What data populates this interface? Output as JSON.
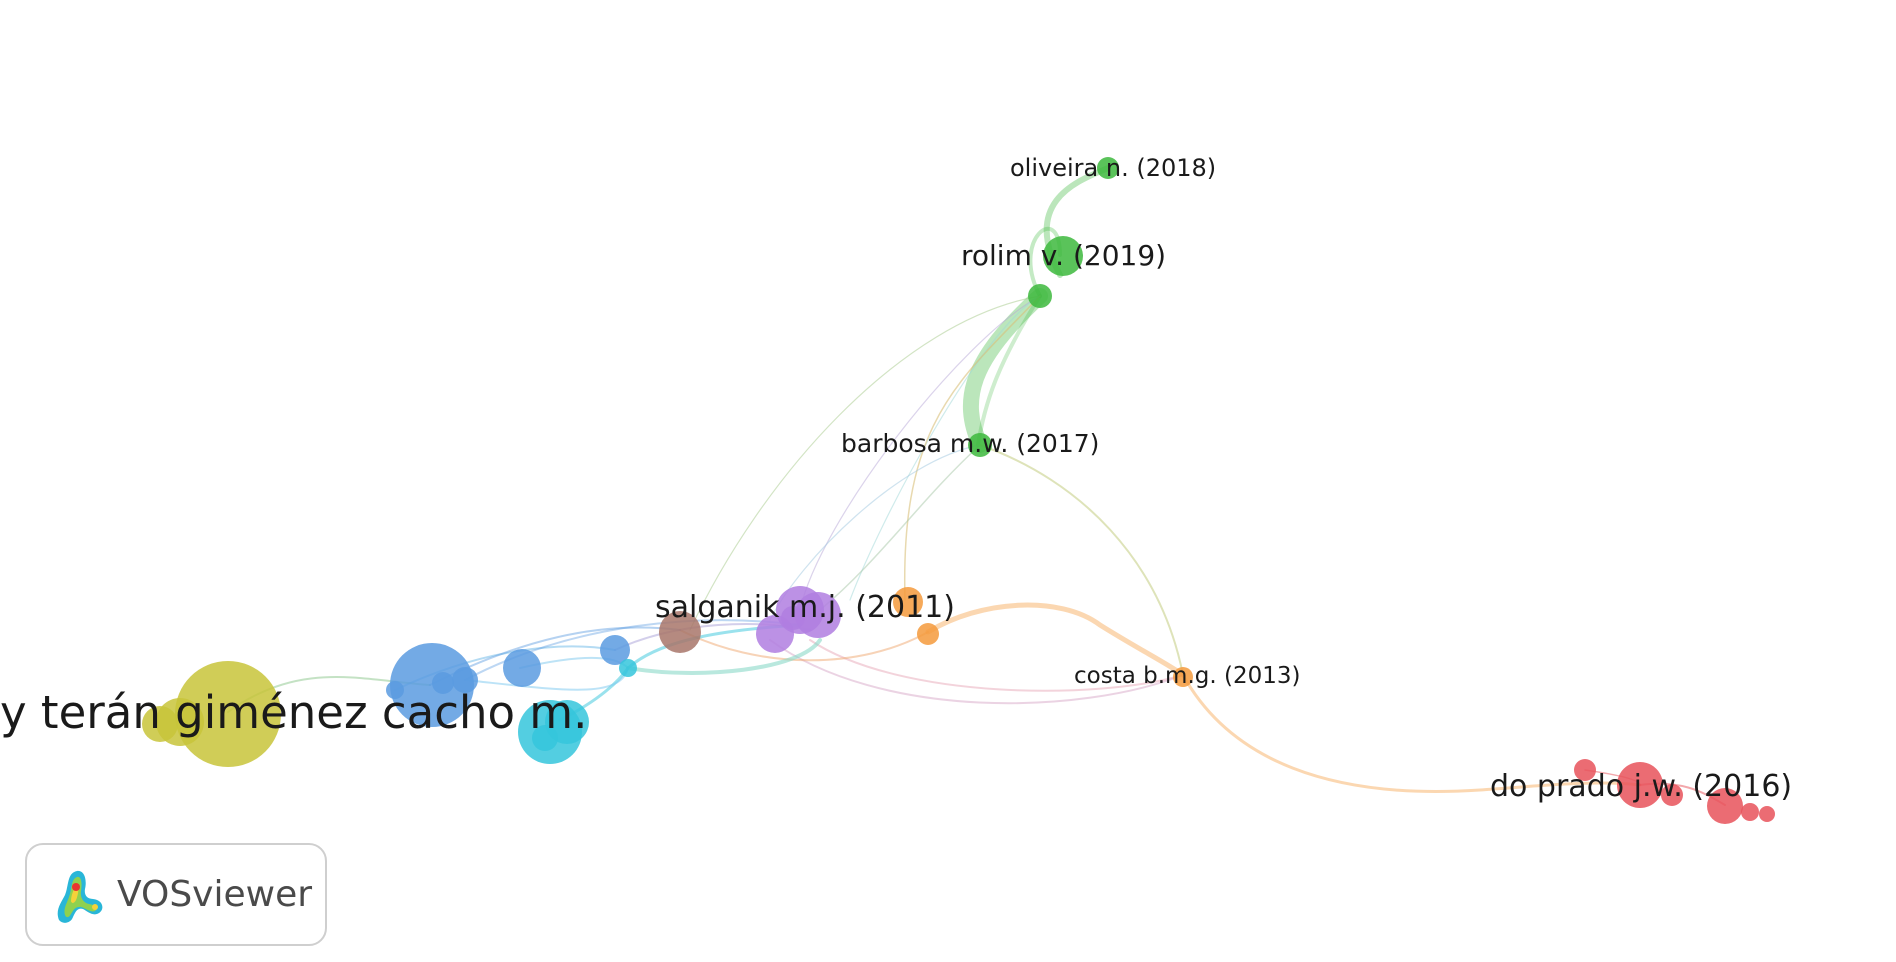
{
  "labels": {
    "teran": "y terán giménez cacho m.",
    "salganik": "salganik m.j. (2011)",
    "barbosa": "barbosa m.w. (2017)",
    "rolim": "rolim v. (2019)",
    "oliveira": "oliveira n. (2018)",
    "costa": "costa b.m.g. (2013)",
    "doprado": "do prado j.w. (2016)"
  },
  "branding": {
    "logo_text": "VOSviewer"
  },
  "colors": {
    "yellow": "#c8c43a",
    "blue": "#5a9be0",
    "cyan": "#35c6dc",
    "brown": "#a8766a",
    "purple": "#b07ee0",
    "orange": "#f59a3c",
    "green": "#3db83d",
    "red": "#e8525a"
  },
  "clusters": [
    "yellow",
    "blue",
    "cyan",
    "brown",
    "purple",
    "orange",
    "green",
    "red"
  ]
}
